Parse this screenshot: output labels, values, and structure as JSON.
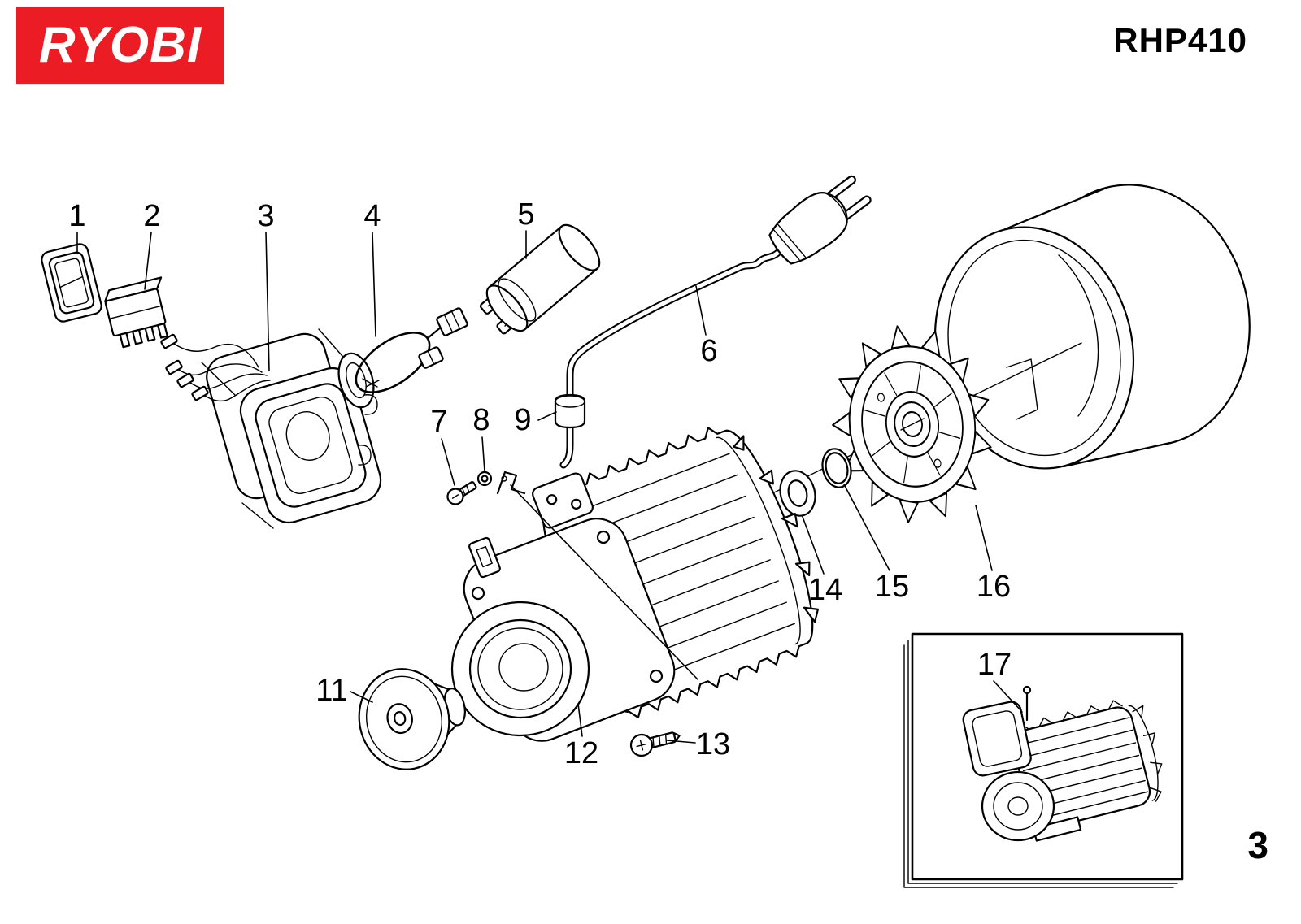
{
  "header": {
    "brand": "RYOBI",
    "model": "RHP410"
  },
  "page": {
    "number": "3"
  },
  "diagram": {
    "parts": [
      {
        "number": "1"
      },
      {
        "number": "2"
      },
      {
        "number": "3"
      },
      {
        "number": "4"
      },
      {
        "number": "5"
      },
      {
        "number": "6"
      },
      {
        "number": "7"
      },
      {
        "number": "8"
      },
      {
        "number": "9"
      },
      {
        "number": "11"
      },
      {
        "number": "12"
      },
      {
        "number": "13"
      },
      {
        "number": "14"
      },
      {
        "number": "15"
      },
      {
        "number": "16"
      },
      {
        "number": "17"
      }
    ]
  }
}
